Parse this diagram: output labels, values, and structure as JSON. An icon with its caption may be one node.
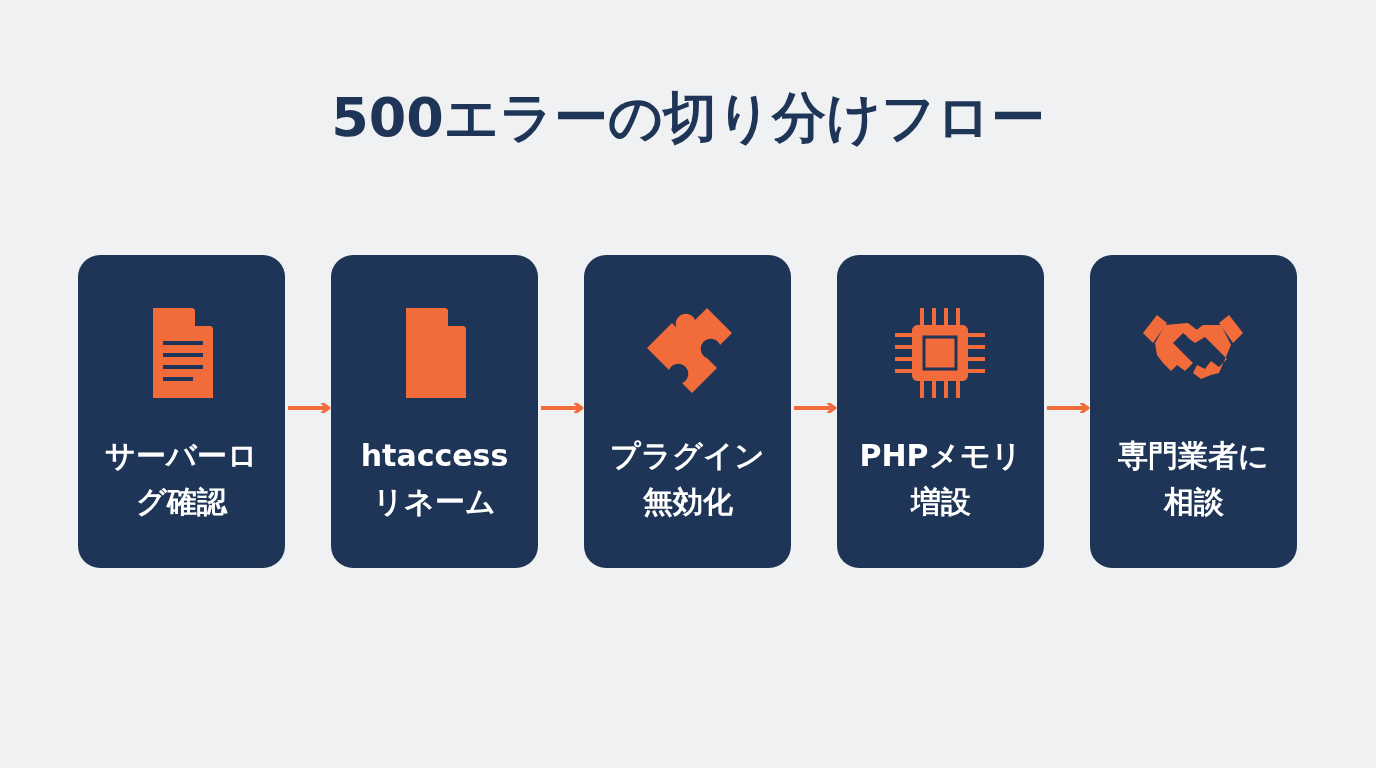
{
  "diagram": {
    "title": "500エラーの切り分けフロー",
    "nodes": [
      {
        "text": [
          "サーバーログ確認"
        ]
      },
      {
        "text": [
          "htaccessリネーム"
        ]
      },
      {
        "text": [
          "プラグイン無効化"
        ]
      },
      {
        "text": [
          "PHPメモリ増設"
        ]
      },
      {
        "text": [
          "専門業者に相談"
        ]
      }
    ],
    "edges": [
      {
        "from": 0,
        "to": 1,
        "arrow": "to"
      },
      {
        "from": 1,
        "to": 2,
        "arrow": "to"
      },
      {
        "from": 2,
        "to": 3,
        "arrow": "to"
      },
      {
        "from": 3,
        "to": 4,
        "arrow": "to"
      }
    ]
  }
}
